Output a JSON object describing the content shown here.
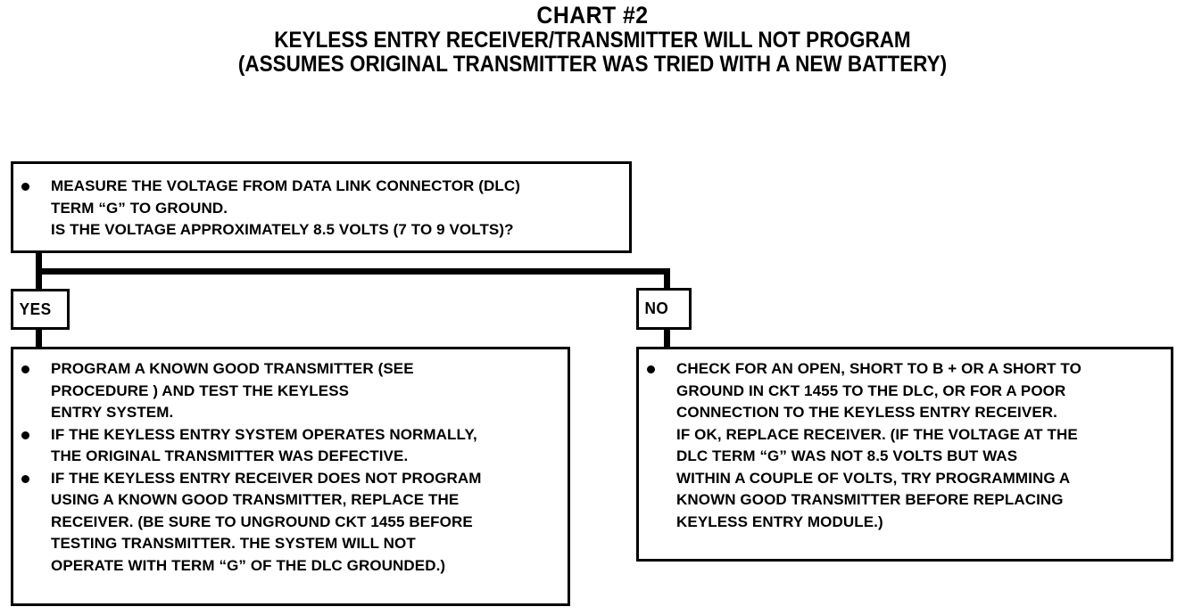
{
  "title": {
    "main": "CHART #2",
    "subtitle_line1": "KEYLESS ENTRY RECEIVER/TRANSMITTER WILL NOT PROGRAM",
    "subtitle_line2": "(ASSUMES ORIGINAL TRANSMITTER WAS TRIED WITH A NEW BATTERY)"
  },
  "colors": {
    "ink": "#000000",
    "paper": "#ffffff"
  },
  "flowchart": {
    "decision_box": {
      "bullets": [
        "MEASURE THE VOLTAGE FROM DATA LINK CONNECTOR (DLC)\nTERM “G” TO GROUND.\nIS THE VOLTAGE APPROXIMATELY 8.5 VOLTS (7 TO 9 VOLTS)?"
      ]
    },
    "branches": [
      {
        "label": "YES"
      },
      {
        "label": "NO"
      }
    ],
    "yes_box": {
      "bullets": [
        "PROGRAM A KNOWN GOOD TRANSMITTER (SEE\nPROCEDURE ) AND TEST THE KEYLESS\nENTRY SYSTEM.",
        "IF THE KEYLESS ENTRY SYSTEM OPERATES NORMALLY,\nTHE ORIGINAL TRANSMITTER WAS DEFECTIVE.",
        "IF THE KEYLESS ENTRY RECEIVER DOES NOT PROGRAM\nUSING A KNOWN GOOD TRANSMITTER, REPLACE THE\nRECEIVER.  (BE SURE TO UNGROUND CKT 1455 BEFORE\nTESTING TRANSMITTER.  THE SYSTEM WILL NOT\nOPERATE WITH TERM “G” OF THE DLC GROUNDED.)"
      ]
    },
    "no_box": {
      "bullets": [
        "CHECK FOR AN OPEN, SHORT TO B + OR A SHORT TO\nGROUND IN CKT 1455 TO THE DLC, OR FOR A POOR\nCONNECTION TO THE KEYLESS ENTRY RECEIVER.\nIF OK, REPLACE RECEIVER.  (IF THE VOLTAGE AT THE\nDLC TERM “G” WAS NOT 8.5 VOLTS BUT WAS\nWITHIN A COUPLE OF VOLTS, TRY PROGRAMMING A\nKNOWN GOOD TRANSMITTER BEFORE REPLACING\nKEYLESS ENTRY MODULE.)"
      ]
    }
  }
}
